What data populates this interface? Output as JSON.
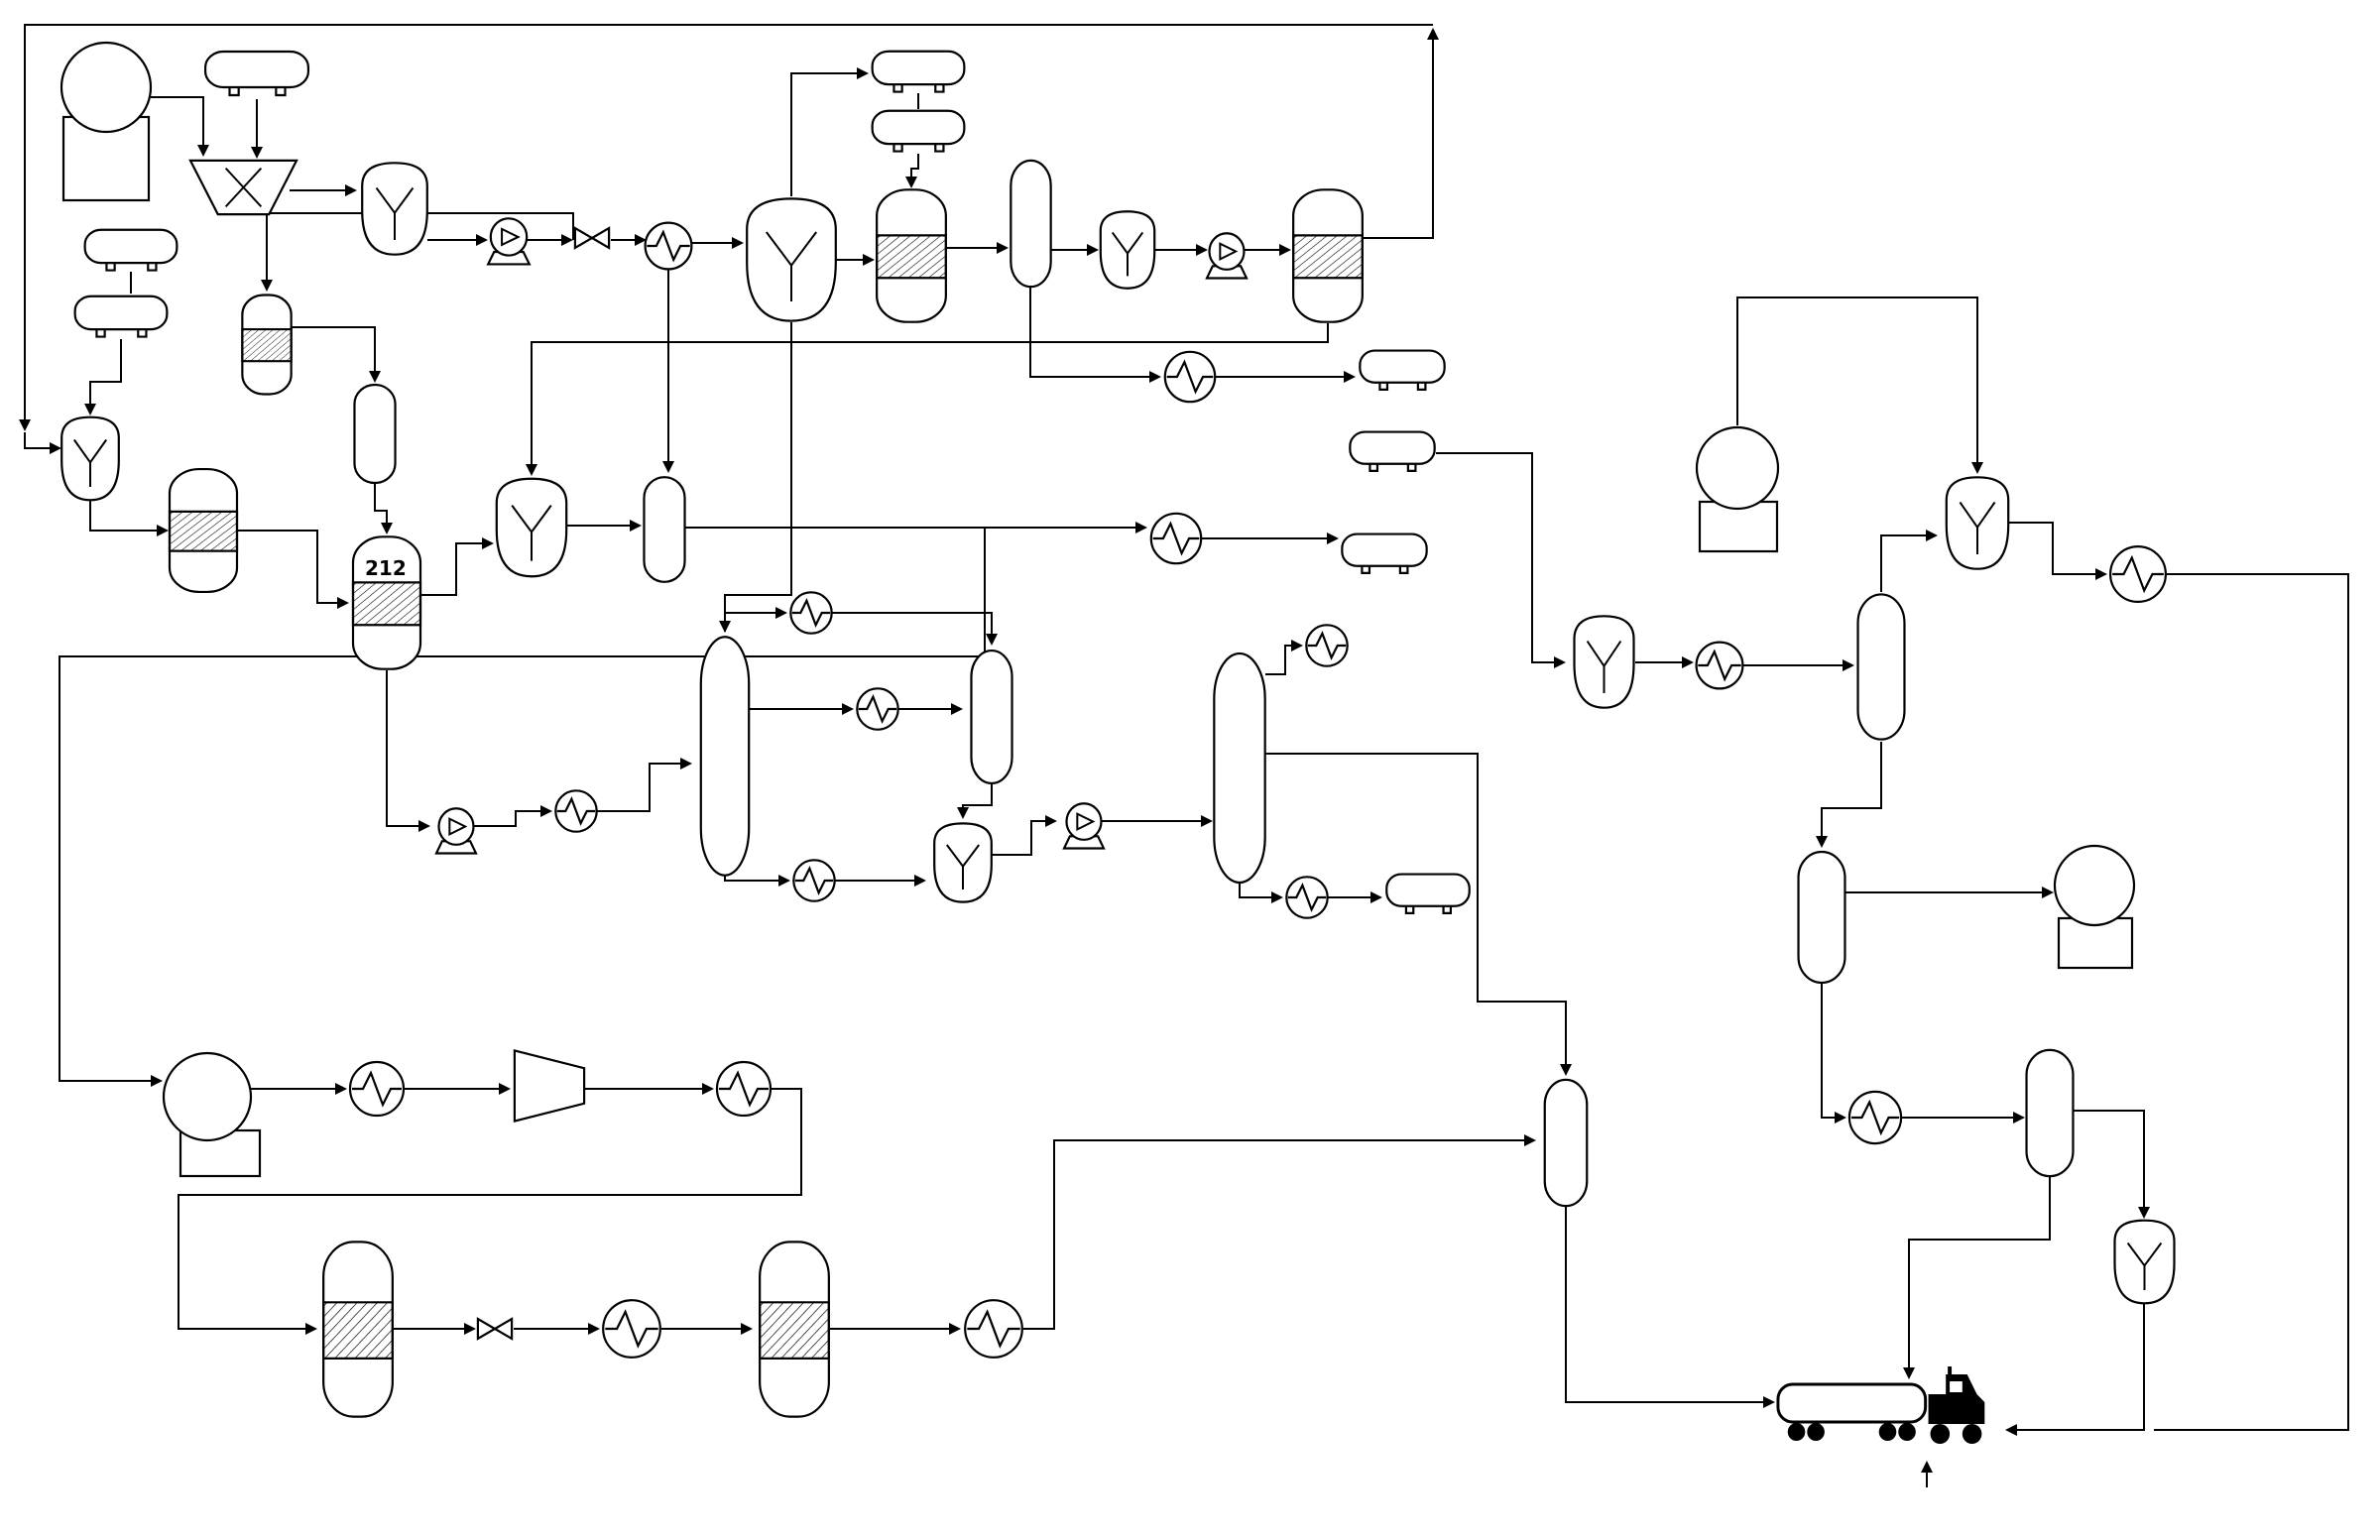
{
  "diagram": {
    "type": "process-flow-diagram",
    "title": "",
    "labels": {
      "reactor_tag": "212"
    },
    "colors": {
      "ink": "#000000",
      "paper": "#ffffff",
      "truck_fill": "#000000"
    },
    "equipment": [
      {
        "name": "storage-tank",
        "count": 4
      },
      {
        "name": "horizontal-drum",
        "count": 9
      },
      {
        "name": "crusher",
        "count": 1
      },
      {
        "name": "separator-vessel",
        "count": 9
      },
      {
        "name": "centrifugal-pump",
        "count": 4
      },
      {
        "name": "control-valve",
        "count": 2
      },
      {
        "name": "heat-exchanger",
        "count": 16
      },
      {
        "name": "packed-bed-reactor",
        "count": 7
      },
      {
        "name": "process-column",
        "count": 10
      },
      {
        "name": "compressor",
        "count": 1
      },
      {
        "name": "tanker-truck",
        "count": 1
      }
    ]
  }
}
